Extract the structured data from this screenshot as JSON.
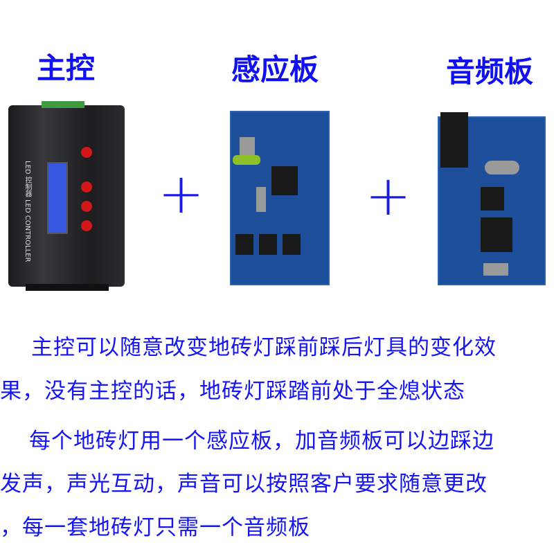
{
  "titles": {
    "controller": "主控",
    "sensor_board": "感应板",
    "audio_board": "音频板"
  },
  "plus_signs": [
    "+",
    "+"
  ],
  "controller_labels": {
    "cn": "LED 控制器",
    "en": "LED CONTROLLER"
  },
  "description": [
    "主控可以随意改变地砖灯踩前踩后灯具的变化效",
    "果，没有主控的话，地砖灯踩踏前处于全熄状态",
    "每个地砖灯用一个感应板，加音频板可以边踩边",
    "发声，声光互动，声音可以按照客户要求随意更改",
    "，每一套地砖灯只需一个音频板"
  ],
  "colors": {
    "text": "#1414f5",
    "pcb": "#1e4f9a",
    "button": "#d21818"
  }
}
